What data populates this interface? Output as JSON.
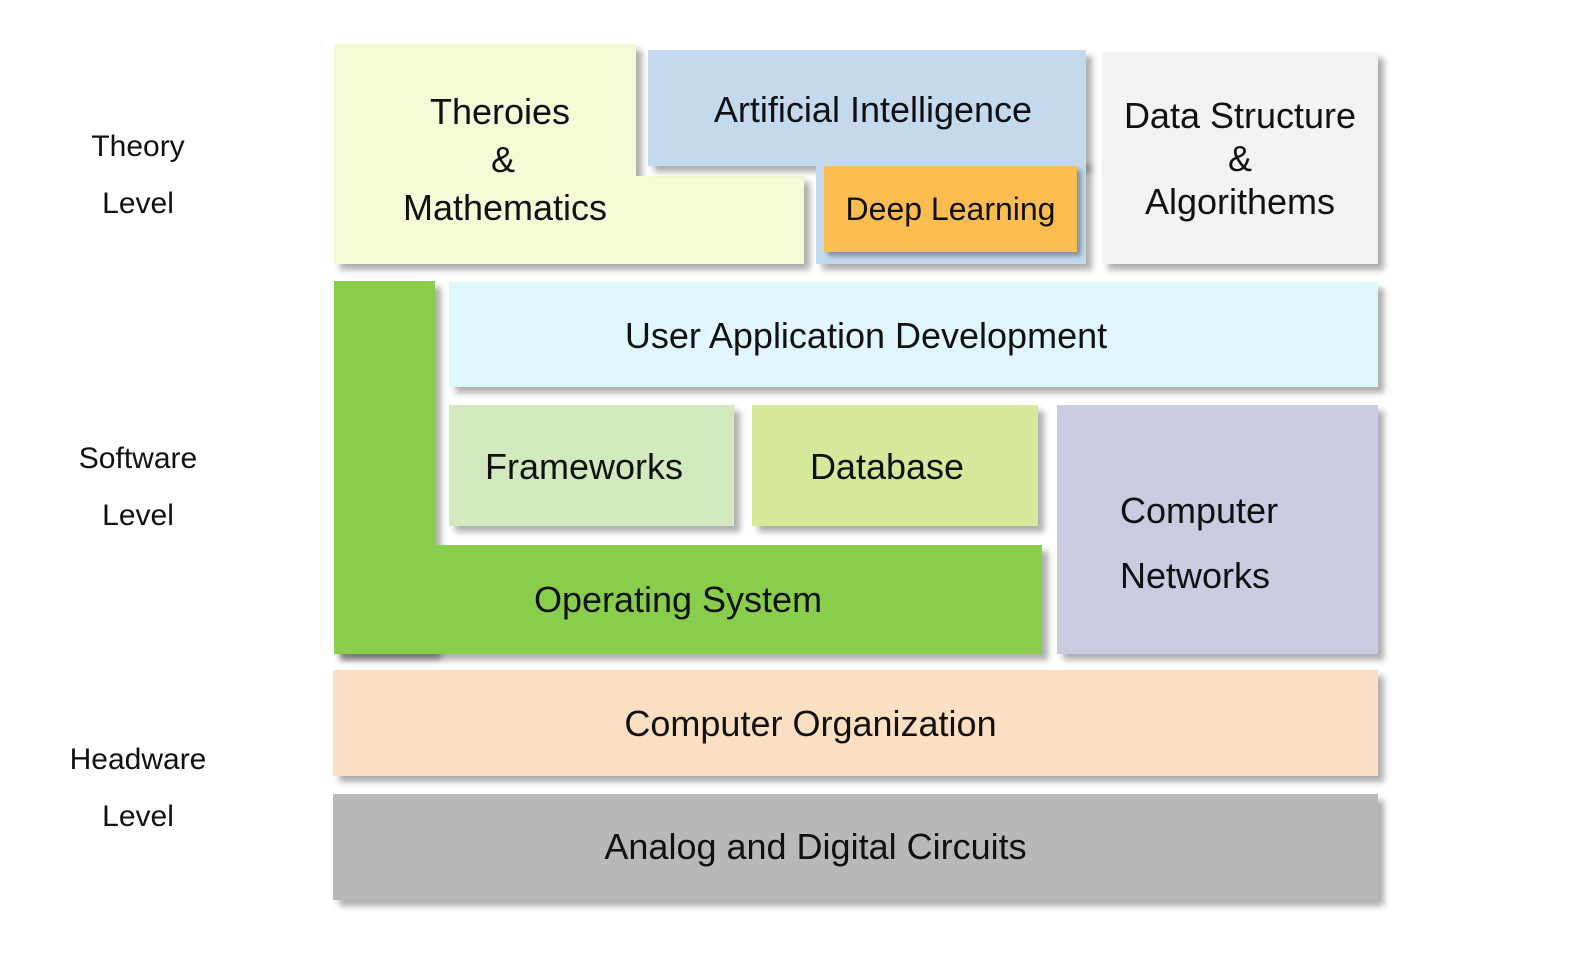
{
  "levels": {
    "theory": {
      "line1": "Theory",
      "line2": "Level"
    },
    "software": {
      "line1": "Software",
      "line2": "Level"
    },
    "hardware": {
      "line1": "Headware",
      "line2": "Level"
    }
  },
  "blocks": {
    "theories_math": {
      "line1": "Theroies",
      "line2": "&",
      "line3": "Mathematics",
      "color": "#f3fad6"
    },
    "artificial_intelligence": {
      "label": "Artificial Intelligence",
      "color": "#c3d9ee"
    },
    "deep_learning": {
      "label": "Deep Learning",
      "color": "#fbbd52"
    },
    "data_structure": {
      "line1": "Data Structure",
      "line2": "&",
      "line3": "Algorithems",
      "color": "#f2f2f2"
    },
    "user_app_dev": {
      "label": "User Application Development",
      "color": "#dff6fd"
    },
    "frameworks": {
      "label": "Frameworks",
      "color": "#d2e9c0"
    },
    "database": {
      "label": "Database",
      "color": "#d6e89b"
    },
    "operating_system": {
      "label": "Operating System",
      "color": "#88ce4c"
    },
    "computer_networks": {
      "line1": "Computer",
      "line2": "Networks",
      "color": "#c9cbe0"
    },
    "computer_organization": {
      "label": "Computer Organization",
      "color": "#fbdfc3"
    },
    "analog_digital": {
      "label": "Analog and Digital Circuits",
      "color": "#b8b8b8"
    }
  }
}
